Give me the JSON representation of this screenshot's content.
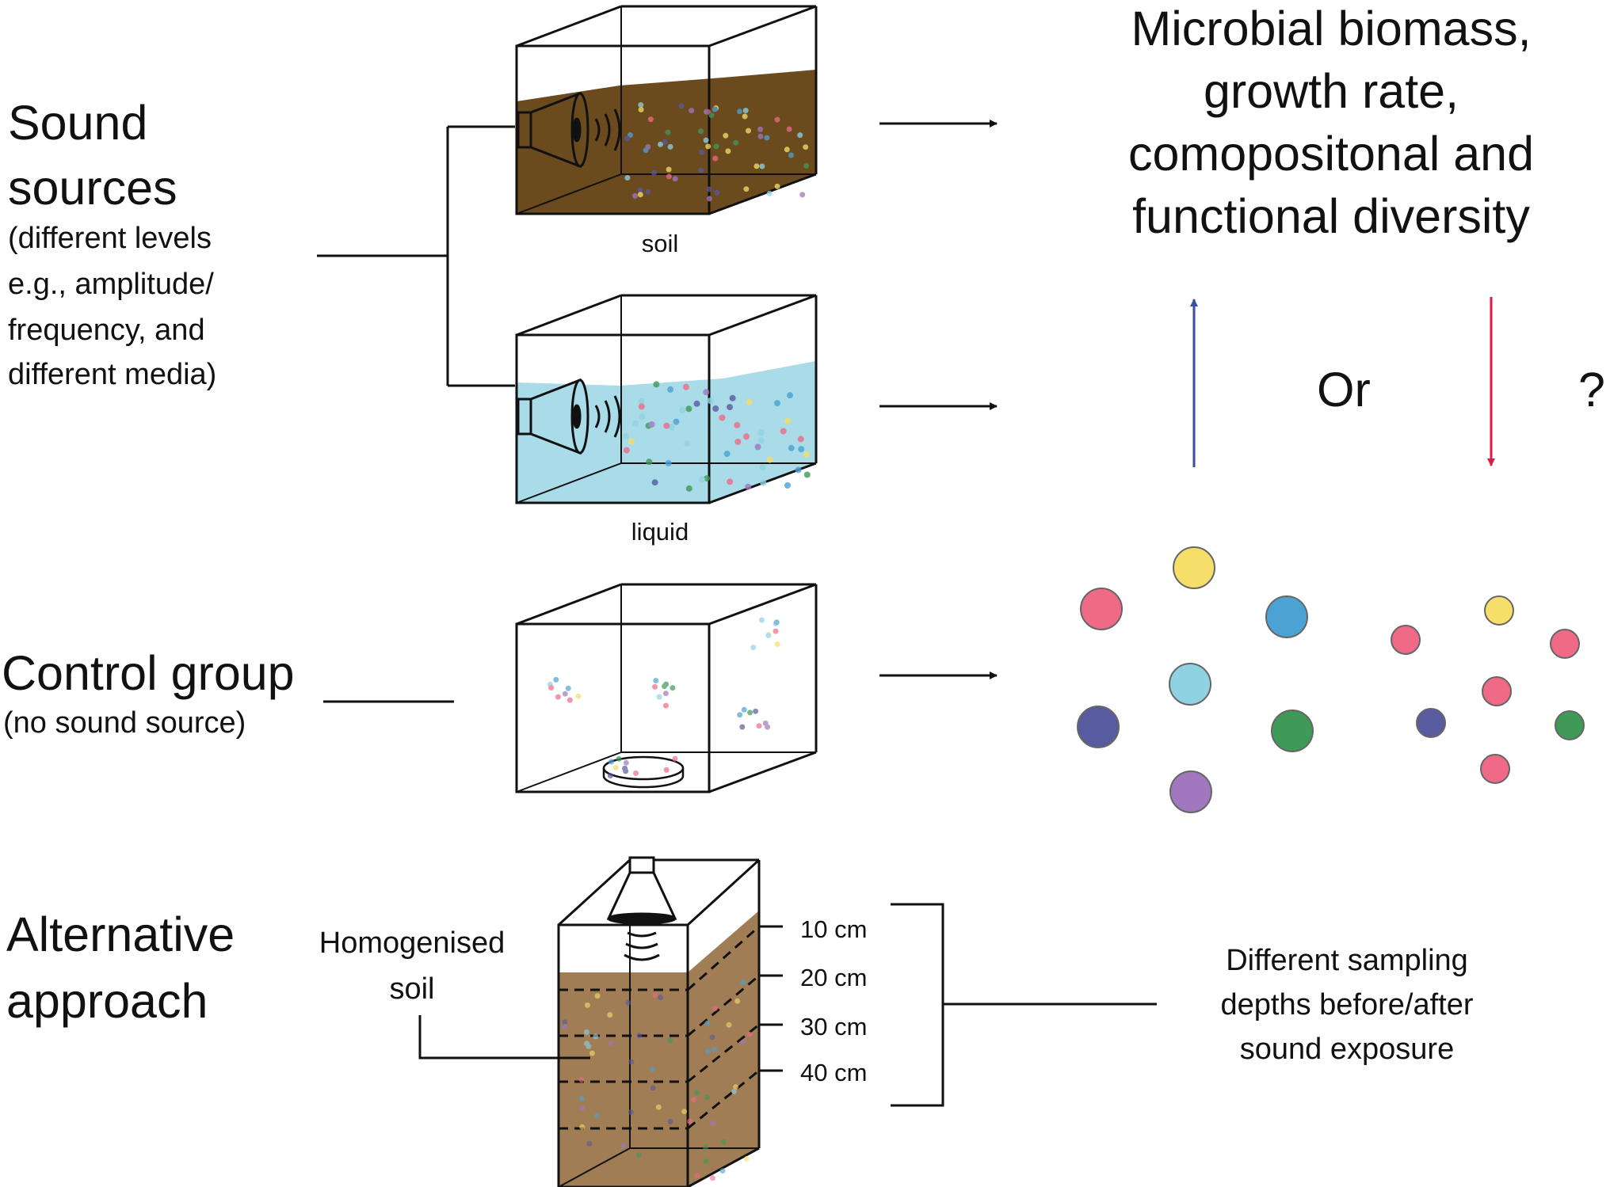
{
  "labels": {
    "sound_sources": "Sound sources",
    "sound_sources_line1": "Sound",
    "sound_sources_line2": "sources",
    "sound_sources_note": [
      "(different levels",
      "e.g., amplitude/",
      "frequency, and",
      "different media)"
    ],
    "soil": "soil",
    "liquid": "liquid",
    "control_group": "Control group",
    "control_group_note": "(no sound source)",
    "alternative_line1": "Alternative",
    "alternative_line2": "approach",
    "homogenised_line1": "Homogenised",
    "homogenised_line2": "soil",
    "depths": [
      "10 cm",
      "20 cm",
      "30 cm",
      "40 cm"
    ],
    "sampling": [
      "Different sampling",
      "depths before/after",
      "sound exposure"
    ],
    "outcome": [
      "Microbial biomass,",
      "growth rate,",
      "comopositonal and",
      "functional diversity"
    ],
    "or": "Or",
    "question": "?"
  },
  "colors": {
    "soil": "#6b4a1e",
    "soil_light": "#a07d55",
    "liquid": "#a9dbe8",
    "arrow_up": "#3a4fa0",
    "arrow_down": "#e0194a",
    "microbe_pink": "#ee6a86",
    "microbe_yellow": "#f6de6a",
    "microbe_blue": "#4aa3d3",
    "microbe_cyan": "#8fd3e3",
    "microbe_navy": "#585b9f",
    "microbe_green": "#3f9a58",
    "microbe_purple": "#a178c0"
  }
}
